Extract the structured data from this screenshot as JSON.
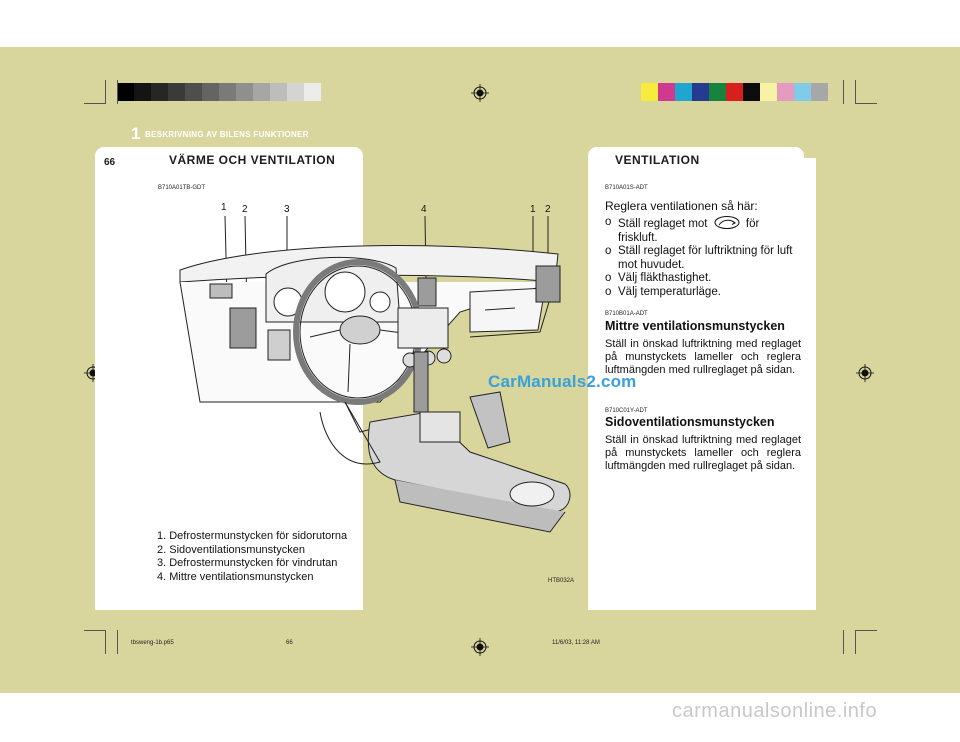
{
  "header": {
    "chapter_number": "1",
    "chapter_title": "BESKRIVNING AV BILENS FUNKTIONER",
    "page_number": "66"
  },
  "left": {
    "tab_title": "VÄRME OCH VENTILATION",
    "figure_code": "B710A01TB-GDT",
    "callouts": [
      "1",
      "2",
      "3",
      "4",
      "1",
      "2"
    ],
    "figure_id": "HTB032A",
    "legend": [
      "1. Defrostermunstycken för sidorutorna",
      "2. Sidoventilationsmunstycken",
      "3. Defrostermunstycken för vindrutan",
      "4. Mittre ventilationsmunstycken"
    ]
  },
  "right": {
    "tab_title": "VENTILATION",
    "s1_code": "B710A01S-ADT",
    "s1_intro": "Reglera ventilationen så här:",
    "s1_bullets": [
      {
        "mark": "o",
        "pre": "Ställ reglaget mot",
        "post": "för friskluft."
      },
      {
        "mark": "o",
        "text": "Ställ reglaget för luftriktning för luft mot huvudet."
      },
      {
        "mark": "o",
        "text": "Välj fläkthastighet."
      },
      {
        "mark": "o",
        "text": "Välj temperaturläge."
      }
    ],
    "s2_code": "B710B01A-ADT",
    "s2_title": "Mittre ventilationsmunstycken",
    "s2_text": "Ställ in önskad luftriktning med reglaget på munstyckets lameller och reglera luftmängden med rullreglaget på sidan.",
    "s3_code": "B710C01Y-ADT",
    "s3_title": "Sidoventilationsmunstycken",
    "s3_text": "Ställ in önskad luftriktning med reglaget på munstyckets lameller och reglera luftmängden med rullreglaget på sidan."
  },
  "watermark": "CarManuals2.com",
  "footer": {
    "file": "tbsweng-1b.p65",
    "page": "66",
    "timestamp": "11/6/03, 11:28 AM",
    "site": "carmanualsonline.info"
  },
  "colors": {
    "sheet": "#d8d69c",
    "gray_bar": [
      "#000000",
      "#141414",
      "#262626",
      "#3a3a3a",
      "#4e4e4e",
      "#646464",
      "#7a7a7a",
      "#8f8f8f",
      "#a6a6a6",
      "#bdbdbd",
      "#d4d4d4",
      "#ececec"
    ],
    "color_bar": [
      "#f7ec3c",
      "#cf3a8e",
      "#1fa5cf",
      "#243b8f",
      "#17833e",
      "#d7201e",
      "#0c0c0c",
      "#f7f2a6",
      "#e59ac0",
      "#7fcbe8",
      "#a7a7a7"
    ]
  }
}
